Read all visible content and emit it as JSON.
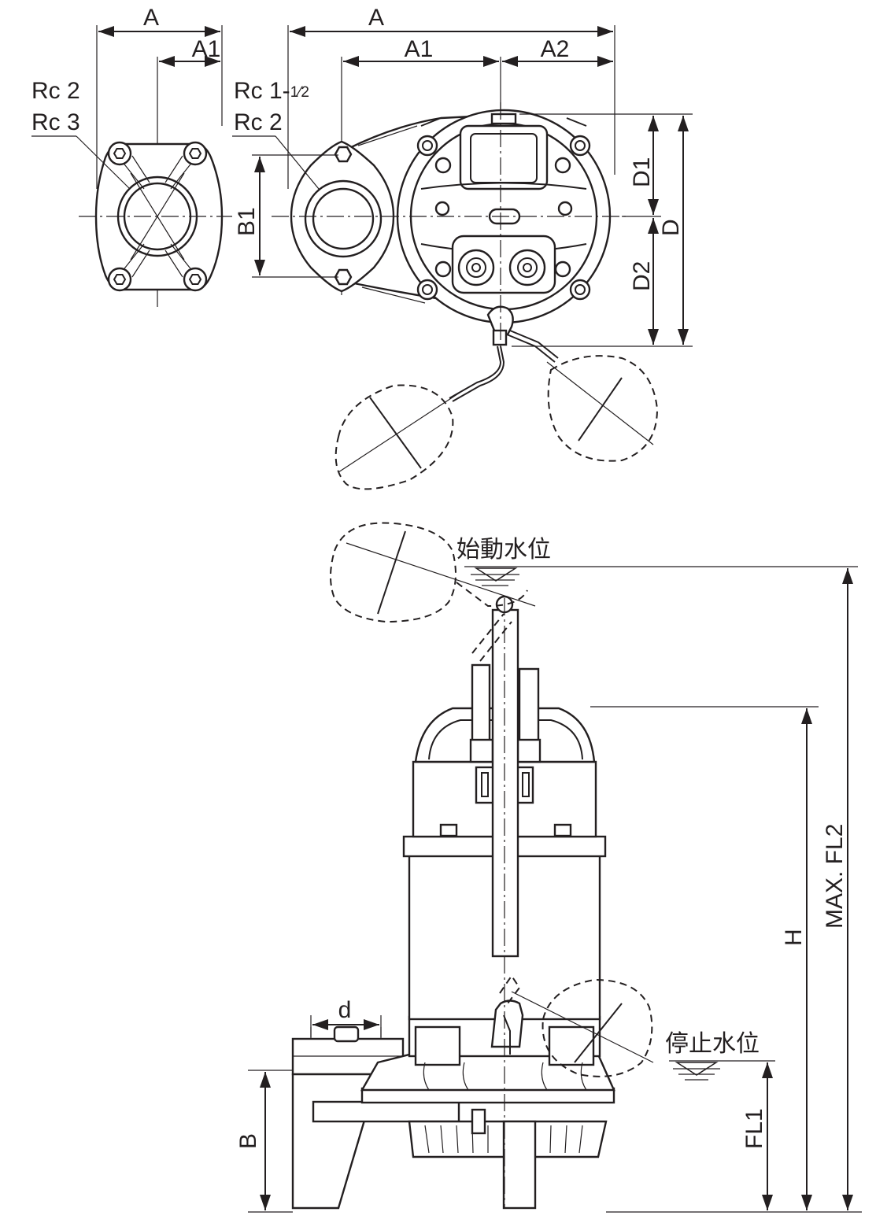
{
  "labels": {
    "a_left": "A",
    "a1_left": "A1",
    "a_top": "A",
    "a1_top": "A1",
    "a2_top": "A2",
    "rc2_left": "Rc 2",
    "rc3_left": "Rc 3",
    "rc_15_main": "Rc 1-",
    "rc_15_frac": "1⁄2",
    "rc2_mid": "Rc 2",
    "b1": "B1",
    "d1": "D1",
    "d": "D",
    "d2": "D2",
    "start_level": "始動水位",
    "stop_level": "停止水位",
    "d_small": "d",
    "max_fl2": "MAX. FL2",
    "h": "H",
    "b": "B",
    "fl1": "FL1"
  }
}
